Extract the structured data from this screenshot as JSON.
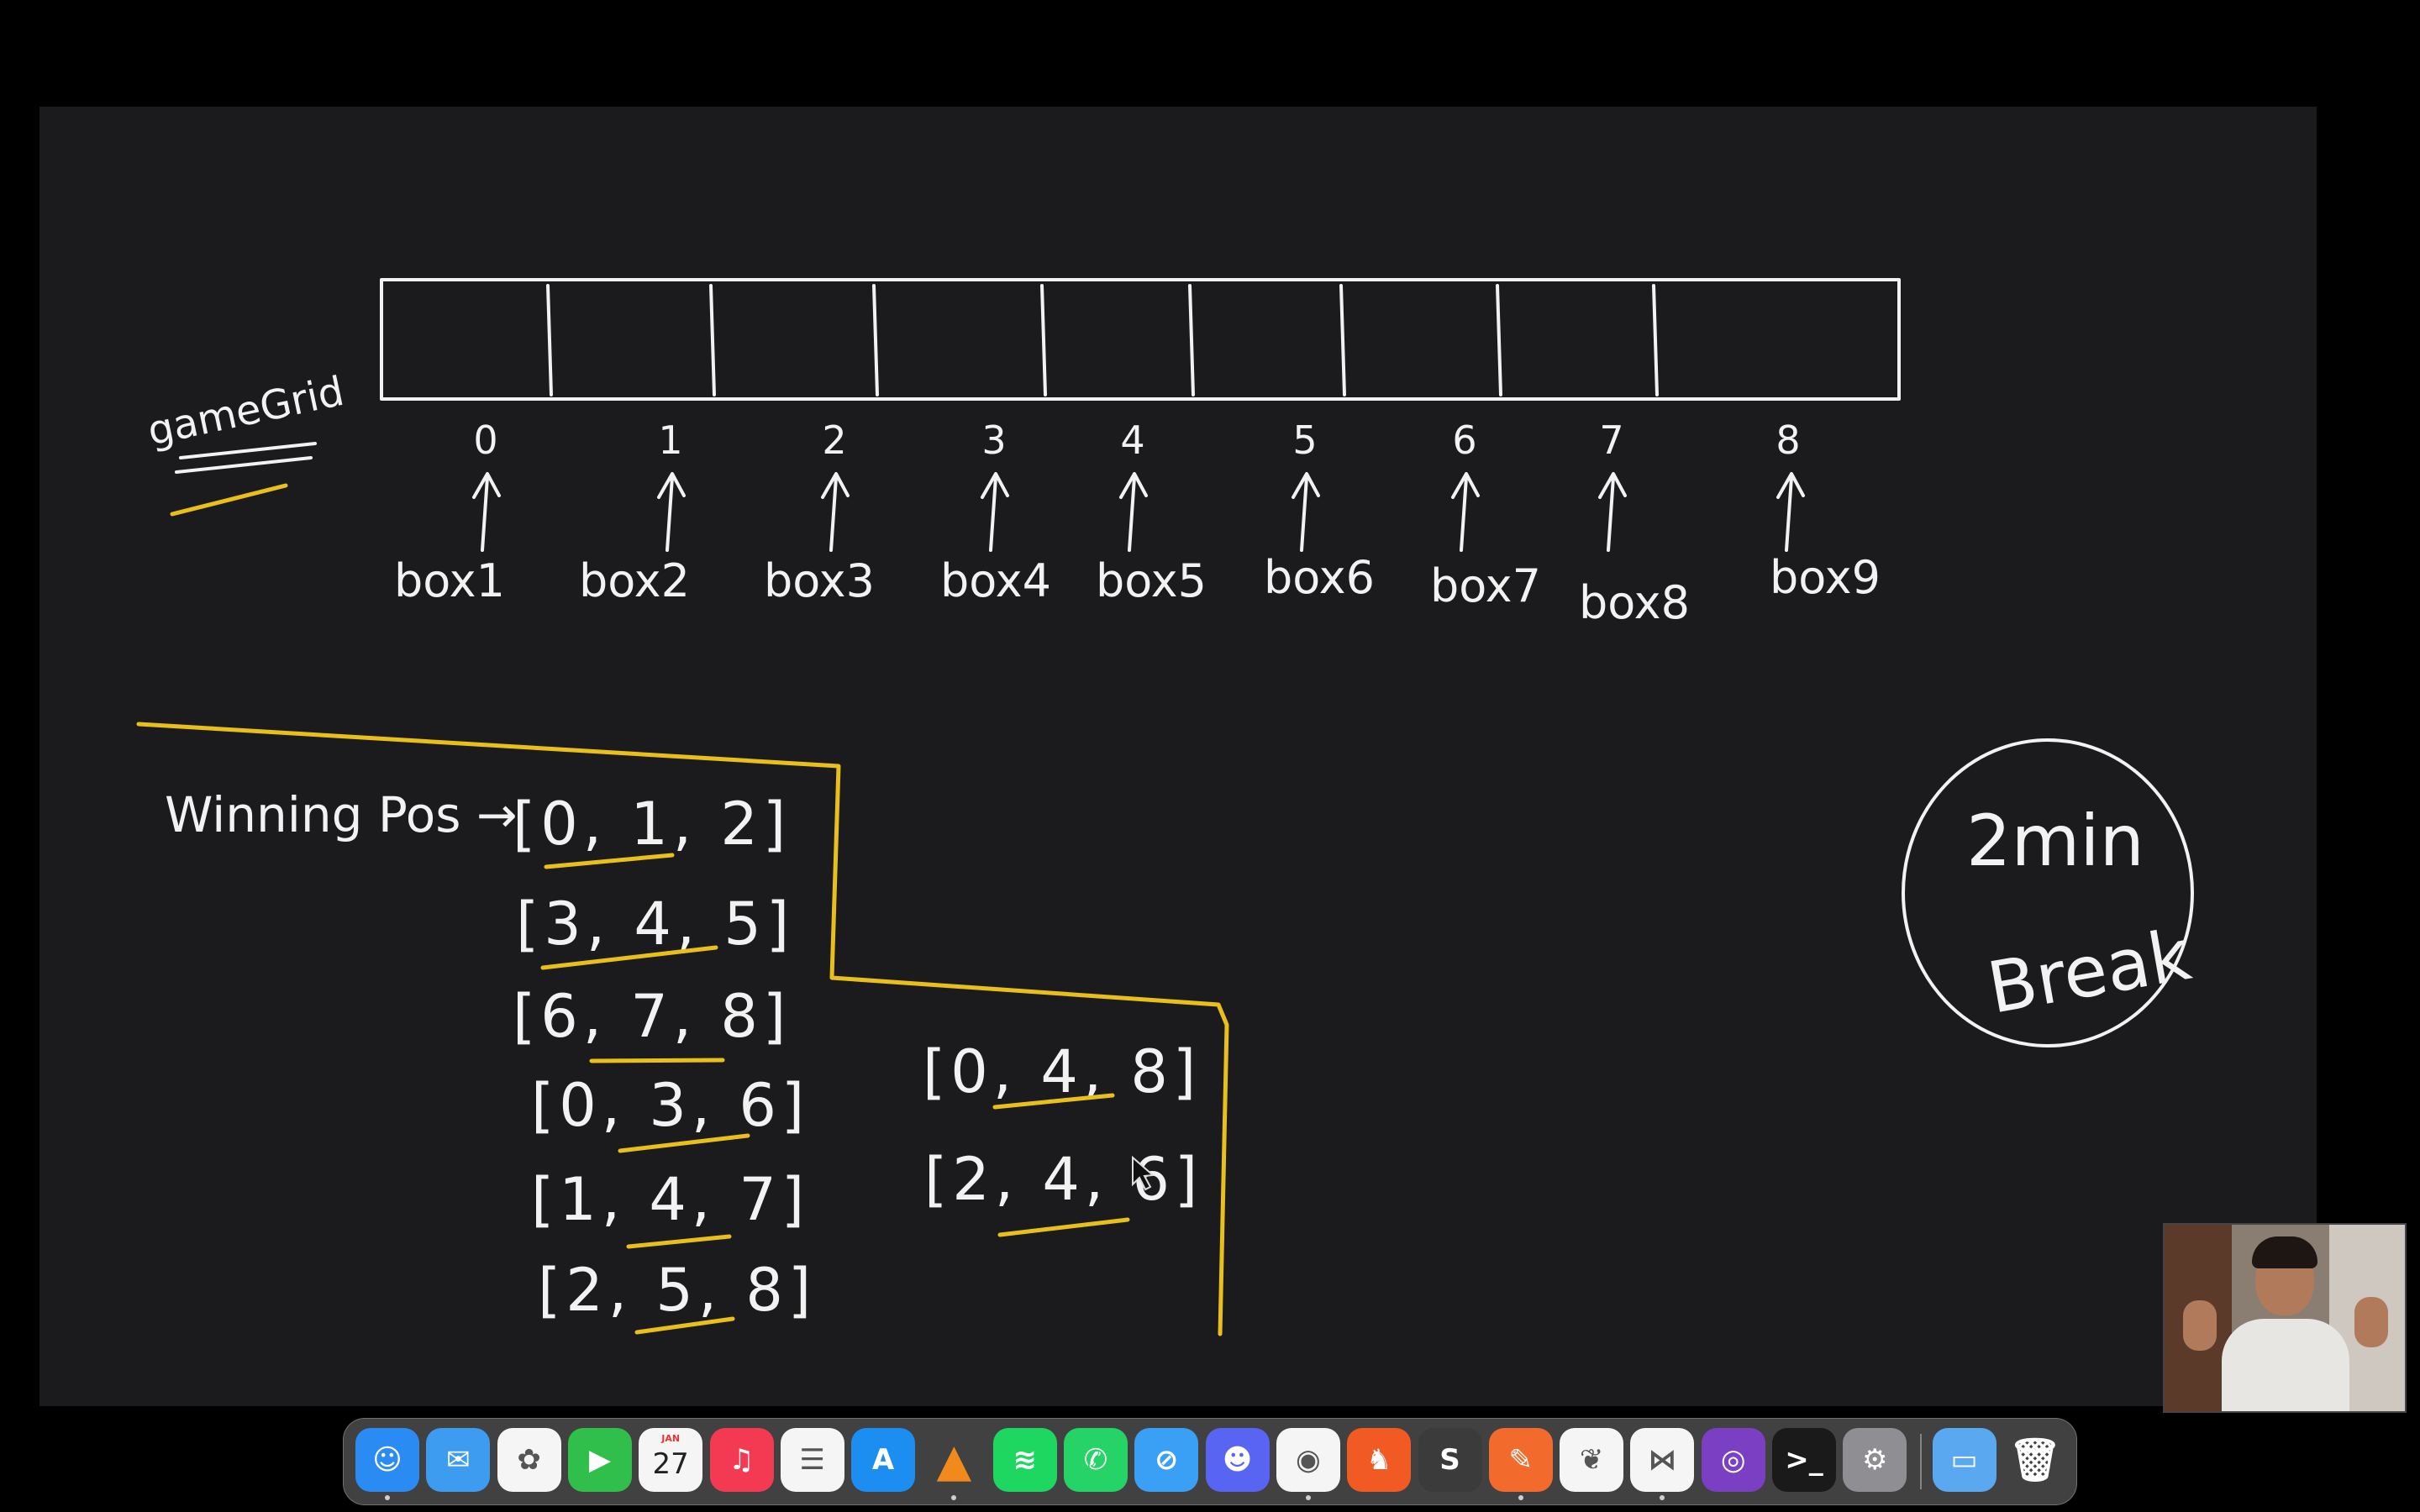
{
  "whiteboard": {
    "label_gamegrid": "gameGrid",
    "indices": [
      "0",
      "1",
      "2",
      "3",
      "4",
      "5",
      "6",
      "7",
      "8"
    ],
    "box_labels": [
      "box1",
      "box2",
      "box3",
      "box4",
      "box5",
      "box6",
      "box7",
      "box8",
      "box9"
    ],
    "winning_label": "Winning Pos →",
    "winning_positions": [
      "[0, 1, 2]",
      "[3, 4, 5]",
      "[6, 7, 8]",
      "[0, 3, 6]",
      "[1, 4, 7]",
      "[2, 5, 8]",
      "[0, 4, 8]",
      "[2, 4, 6]"
    ],
    "break_note_line1": "2min",
    "break_note_line2": "Break"
  },
  "dock": {
    "apps": [
      {
        "name": "Finder",
        "icon": "finder-icon",
        "color": "#2a8bf2",
        "glyph": "☺",
        "running": true
      },
      {
        "name": "Mail",
        "icon": "mail-icon",
        "color": "#3d9bf0",
        "glyph": "✉",
        "running": false
      },
      {
        "name": "Photos",
        "icon": "photos-icon",
        "color": "#f5f5f5",
        "glyph": "✿",
        "running": false
      },
      {
        "name": "FaceTime",
        "icon": "facetime-icon",
        "color": "#2fbf4a",
        "glyph": "▶",
        "running": false
      },
      {
        "name": "Calendar",
        "icon": "calendar-icon",
        "color": "#f5f5f5",
        "glyph": "",
        "month": "JAN",
        "day": "27",
        "running": false
      },
      {
        "name": "Music",
        "icon": "music-icon",
        "color": "#f43a52",
        "glyph": "♫",
        "running": false
      },
      {
        "name": "Reminders",
        "icon": "reminders-icon",
        "color": "#f5f5f5",
        "glyph": "☰",
        "running": false
      },
      {
        "name": "App Store",
        "icon": "app-store-icon",
        "color": "#1c8ef2",
        "glyph": "A",
        "running": false
      },
      {
        "name": "VLC",
        "icon": "vlc-icon",
        "color": "transparent",
        "glyph": "▲",
        "running": true
      },
      {
        "name": "Spotify",
        "icon": "spotify-icon",
        "color": "#1ed760",
        "glyph": "≋",
        "running": false
      },
      {
        "name": "WhatsApp",
        "icon": "whatsapp-icon",
        "color": "#25d366",
        "glyph": "✆",
        "running": false
      },
      {
        "name": "Safari",
        "icon": "safari-icon",
        "color": "#3aa0f5",
        "glyph": "⊘",
        "running": false
      },
      {
        "name": "Discord",
        "icon": "discord-icon",
        "color": "#5865f2",
        "glyph": "☻",
        "running": false
      },
      {
        "name": "Chrome",
        "icon": "chrome-icon",
        "color": "#f5f5f5",
        "glyph": "◉",
        "running": true
      },
      {
        "name": "Brave",
        "icon": "brave-icon",
        "color": "#f25a23",
        "glyph": "♞",
        "running": false
      },
      {
        "name": "Sublime Text",
        "icon": "sublime-text-icon",
        "color": "#3b3b3b",
        "glyph": "S",
        "running": false
      },
      {
        "name": "Pen App",
        "icon": "pen-icon",
        "color": "#f26b2d",
        "glyph": "✎",
        "running": true
      },
      {
        "name": "MongoDB Compass",
        "icon": "mongodb-icon",
        "color": "#f5f5f5",
        "glyph": "❦",
        "running": false
      },
      {
        "name": "VS Code",
        "icon": "vscode-icon",
        "color": "#f5f5f5",
        "glyph": "⋈",
        "running": true
      },
      {
        "name": "GitHub Desktop",
        "icon": "github-icon",
        "color": "#7b3fc4",
        "glyph": "◎",
        "running": false
      },
      {
        "name": "Terminal",
        "icon": "terminal-icon",
        "color": "#1a1a1a",
        "glyph": ">_",
        "running": false
      },
      {
        "name": "System Settings",
        "icon": "settings-icon",
        "color": "#8e8e93",
        "glyph": "⚙",
        "running": false
      },
      {
        "name": "Downloads",
        "icon": "downloads-folder-icon",
        "color": "#5aa9f0",
        "glyph": "▭",
        "running": false
      },
      {
        "name": "Trash",
        "icon": "trash-icon",
        "color": "transparent",
        "glyph": "🗑",
        "running": false
      }
    ]
  }
}
